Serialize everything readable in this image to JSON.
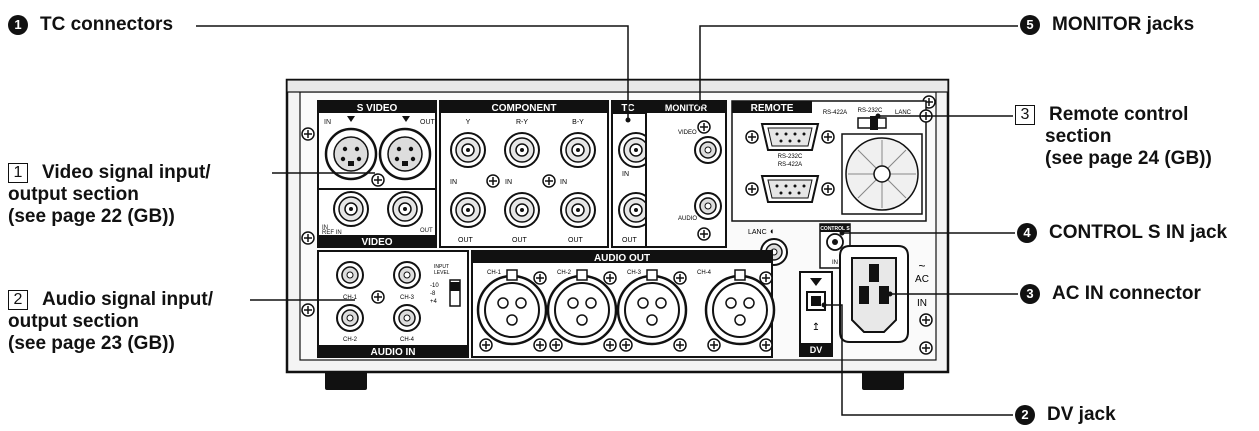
{
  "callouts": {
    "tc_connectors": {
      "num": "1",
      "label": "TC connectors"
    },
    "monitor_jacks": {
      "num": "5",
      "label": "MONITOR jacks"
    },
    "control_s_in": {
      "num": "4",
      "label": "CONTROL S IN jack"
    },
    "ac_in": {
      "num": "3",
      "label": "AC IN connector"
    },
    "dv_jack": {
      "num": "2",
      "label": "DV jack"
    },
    "video_section": {
      "num": "1",
      "lines": [
        "Video signal input/",
        "output section",
        "(see page 22 (GB))"
      ]
    },
    "audio_section": {
      "num": "2",
      "lines": [
        "Audio signal input/",
        "output section",
        "(see page 23 (GB))"
      ]
    },
    "remote_section": {
      "num": "3",
      "lines": [
        "Remote control",
        "section",
        "(see page 24 (GB))"
      ]
    }
  },
  "panel": {
    "s_video": "S VIDEO",
    "s_video_in": "IN",
    "s_video_out": "OUT",
    "component": "COMPONENT",
    "comp_y": "Y",
    "comp_ry": "R-Y",
    "comp_by": "B-Y",
    "in": "IN",
    "out": "OUT",
    "tc": "TC",
    "monitor": "MONITOR",
    "monitor_video": "VIDEO",
    "monitor_audio": "AUDIO",
    "video": "VIDEO",
    "video_ref_in": "REF IN",
    "remote": "REMOTE",
    "rs422a": "RS-422A",
    "rs232c": "RS-232C",
    "lanc": "LANC",
    "port_rs232c": "RS-232C",
    "port_rs422a": "RS-422A",
    "lanc_jack": "LANC",
    "control_s": "CONTROL S",
    "control_s_in": "IN",
    "audio_out": "AUDIO OUT",
    "audio_out_channels": [
      "CH-1",
      "CH-2",
      "CH-3",
      "CH-4"
    ],
    "audio_in": "AUDIO IN",
    "audio_in_channels": [
      "CH-1",
      "CH-3",
      "CH-2",
      "CH-4"
    ],
    "input_level": [
      "INPUT",
      "LEVEL"
    ],
    "input_level_values": [
      "-10",
      "-8",
      "+4"
    ],
    "ac": "AC",
    "ac_in": "IN",
    "ac_symbol": "~",
    "dv": "DV"
  }
}
